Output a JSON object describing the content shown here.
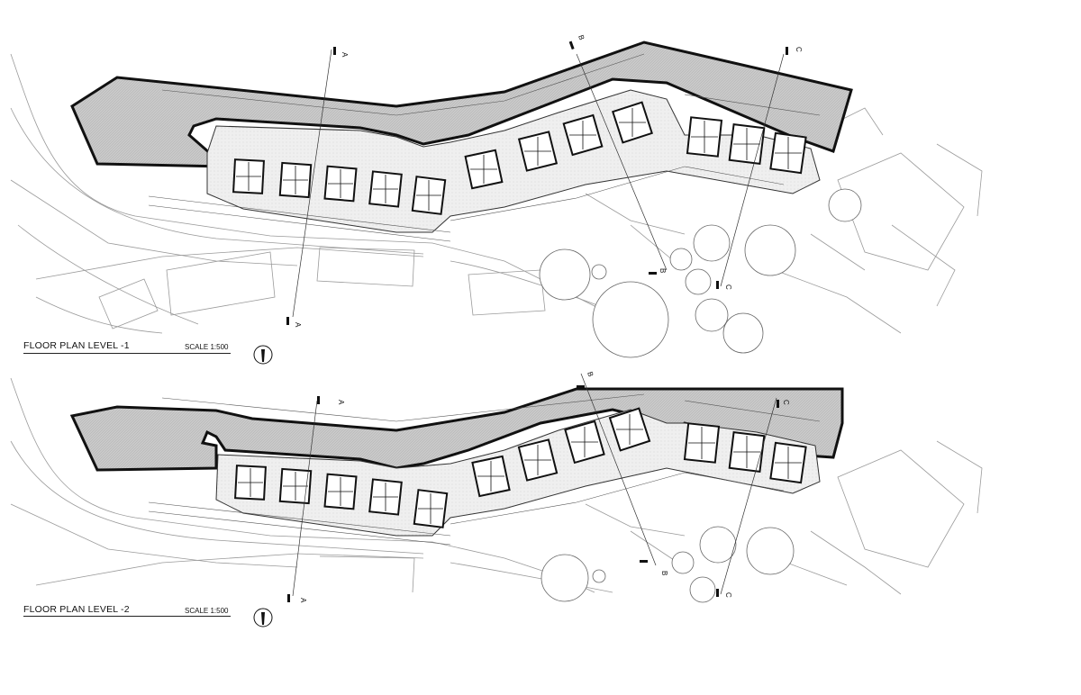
{
  "plans": [
    {
      "title": "FLOOR PLAN   LEVEL  -1",
      "scale": "SCALE 1:500",
      "sections": [
        {
          "label": "A"
        },
        {
          "label": "A"
        },
        {
          "label": "B"
        },
        {
          "label": "B"
        },
        {
          "label": "C"
        },
        {
          "label": "C"
        }
      ]
    },
    {
      "title": "FLOOR PLAN   LEVEL  -2",
      "scale": "SCALE 1:500",
      "sections": [
        {
          "label": "A"
        },
        {
          "label": "A"
        },
        {
          "label": "B"
        },
        {
          "label": "B"
        },
        {
          "label": "C"
        },
        {
          "label": "C"
        }
      ]
    }
  ],
  "icons": [
    "north-arrow-icon",
    "north-arrow-icon"
  ],
  "colors": {
    "terrain_fill": "#c8c8c8",
    "wall": "#111111",
    "context_line": "#9a9a9a",
    "floor_fill": "#e8e8e8"
  }
}
